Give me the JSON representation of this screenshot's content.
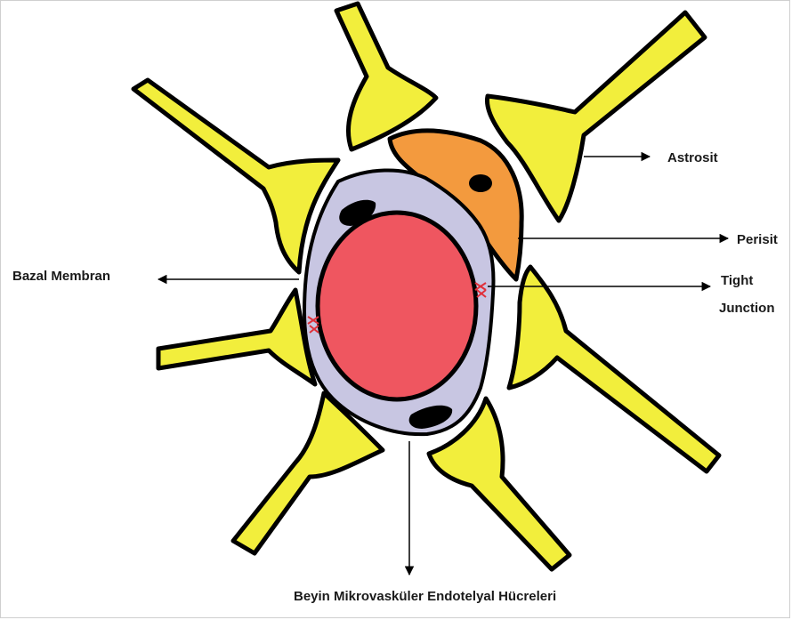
{
  "labels": {
    "astrosit": "Astrosit",
    "perisit": "Perisit",
    "tight_line1": "Tight",
    "tight_line2": "Junction",
    "bazal": "Bazal Membran",
    "endotel": "Beyin Mikrovasküler  Endotelyal Hücreleri"
  },
  "colors": {
    "astrocyte": "#f2ee3c",
    "pericyte": "#f39a3e",
    "basement_membrane": "#c8c6e2",
    "lumen": "#ef5660",
    "tight_junction": "#e0303a",
    "outline": "#000000"
  }
}
